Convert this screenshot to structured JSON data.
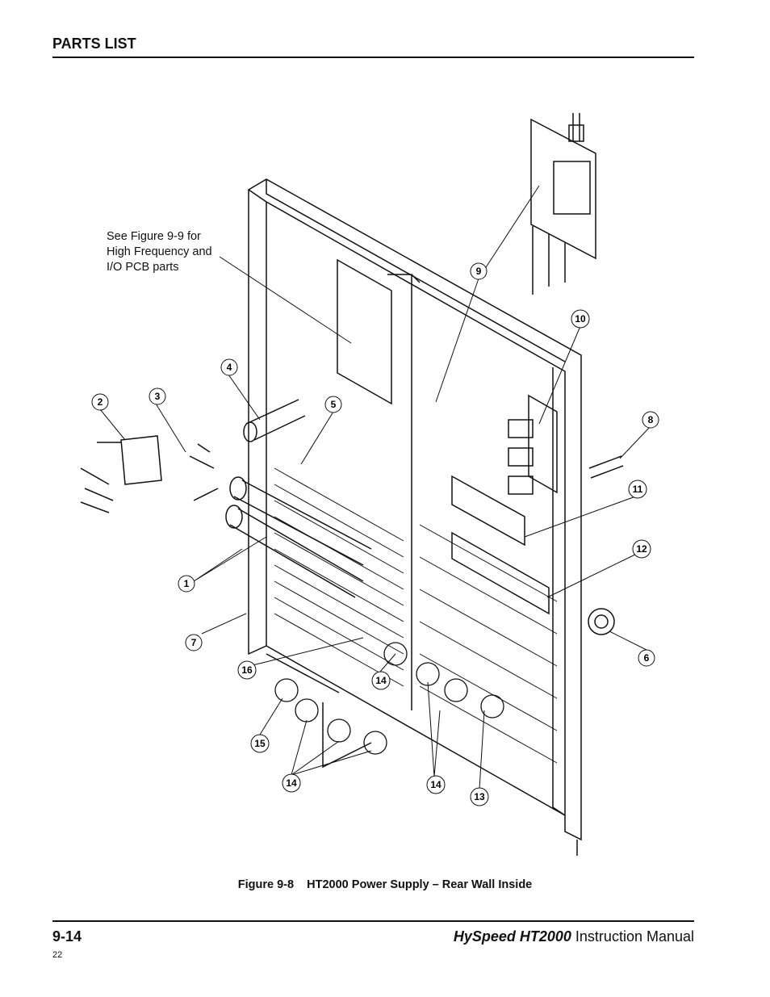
{
  "header": {
    "title": "PARTS LIST"
  },
  "figure": {
    "note_lines": [
      "See Figure 9-9 for",
      "High Frequency and",
      "I/O PCB parts"
    ],
    "callouts": [
      "1",
      "2",
      "3",
      "4",
      "5",
      "6",
      "7",
      "8",
      "9",
      "10",
      "11",
      "12",
      "13",
      "14",
      "14",
      "14",
      "15",
      "16"
    ],
    "caption_number": "Figure 9-8",
    "caption_title": "HT2000 Power Supply – Rear Wall Inside"
  },
  "footer": {
    "page_number": "9-14",
    "manual_brand": "HySpeed HT2000",
    "manual_suffix": " Instruction Manual",
    "sheet_number": "22"
  }
}
